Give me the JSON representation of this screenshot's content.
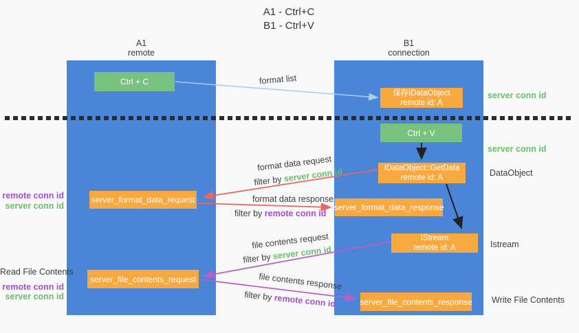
{
  "title": {
    "line1": "A1 - Ctrl+C",
    "line2": "B1 - Ctrl+V"
  },
  "lifelines": {
    "a1": {
      "name": "A1",
      "role": "remote"
    },
    "b1": {
      "name": "B1",
      "role": "connection"
    }
  },
  "nodes": {
    "ctrl_c": {
      "label": "Ctrl + C"
    },
    "save_idataobject": {
      "line1": "保存IDataObject",
      "line2": "remote id: A"
    },
    "ctrl_v": {
      "label": "Ctrl + V"
    },
    "getdata": {
      "line1": "IDataObject::GetData",
      "line2": "remote id: A"
    },
    "format_request": {
      "label": "server_format_data_request"
    },
    "format_response": {
      "label": "server_format_data_response"
    },
    "istream": {
      "line1": "IStream",
      "line2": "remote id: A"
    },
    "file_request": {
      "label": "server_file_contents_request"
    },
    "file_response": {
      "label": "server_file_contents_response"
    }
  },
  "edge_labels": {
    "format_list": "format list",
    "format_data_request": "format data request",
    "format_data_response": "format data response",
    "file_contents_request": "file contents request",
    "file_contents_response": "file contents response",
    "filter_by": "filter by ",
    "server_conn_id": "server conn id",
    "remote_conn_id": "remote conn id"
  },
  "side_labels": {
    "server_conn_id_top": "server conn id",
    "server_conn_id_mid": "server conn id",
    "dataobject": "DataObject",
    "istream": "Istream",
    "write_file_contents": "Write File Contents",
    "read_file_contents": "Read File Contents",
    "remote_conn_id": "remote conn id",
    "server_conn_id": "server conn id"
  },
  "colors": {
    "column_blue": "#4a85d8",
    "node_orange": "#f7a940",
    "node_green": "#79c17f",
    "arrow_red": "#e9695e",
    "arrow_magenta": "#bc5ec6",
    "arrow_lightblue": "#a6cfee",
    "arrow_black": "#222222",
    "text_green": "#68bf6b",
    "text_purple": "#a24fca"
  }
}
